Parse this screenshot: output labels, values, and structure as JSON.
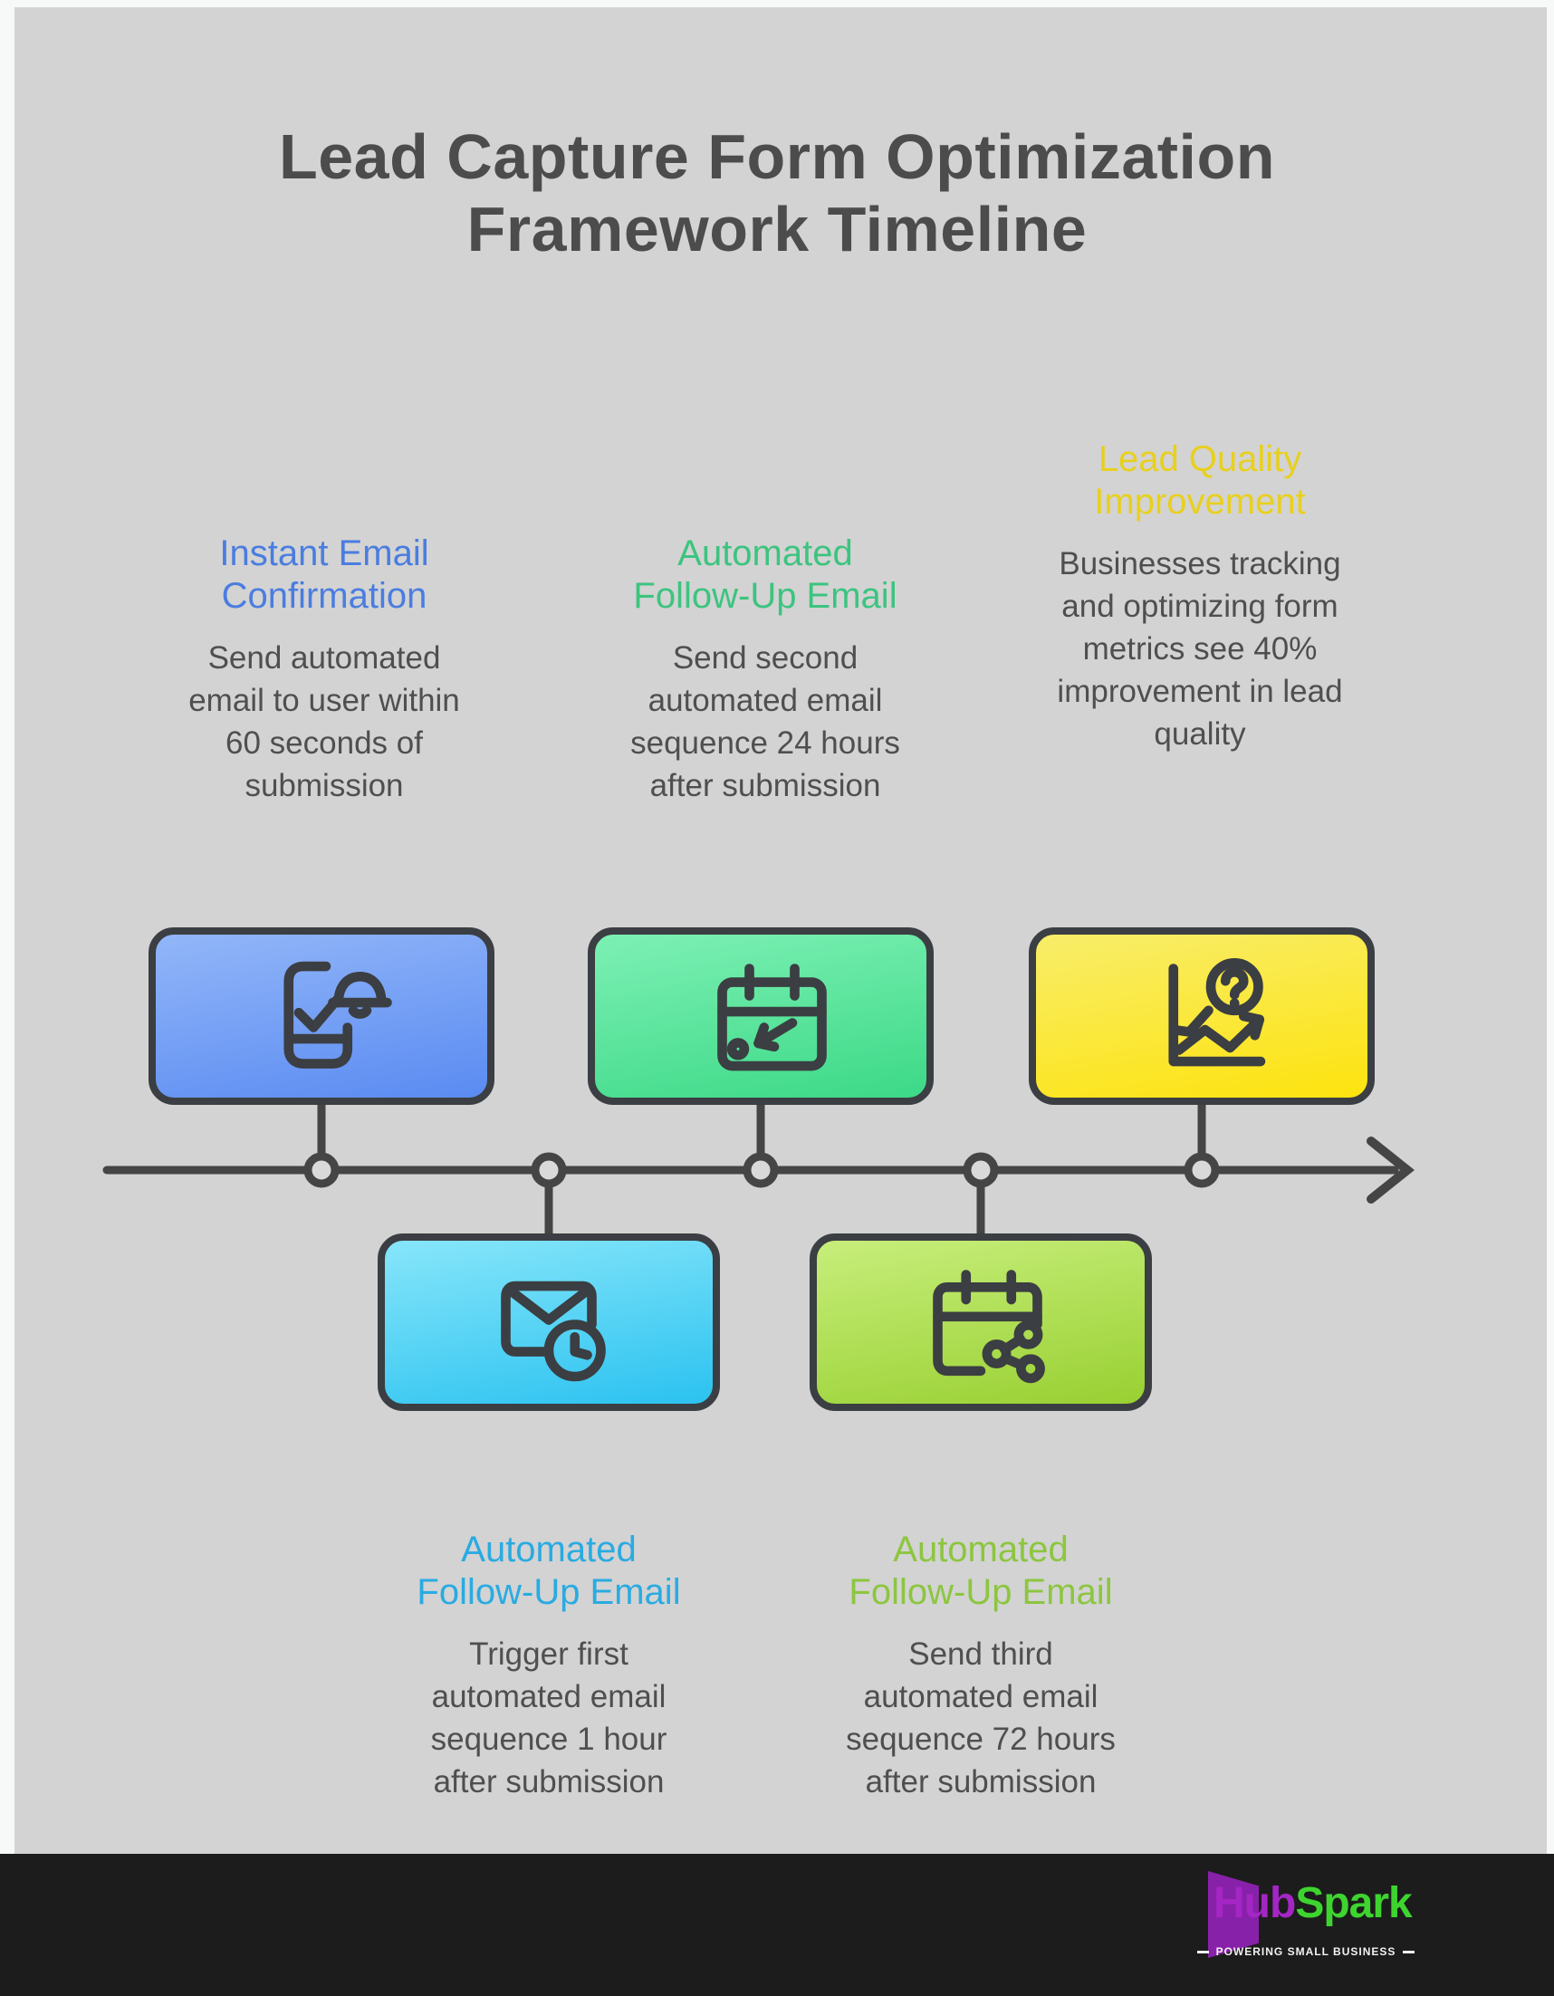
{
  "title": "Lead Capture Form Optimization Framework Timeline",
  "steps": [
    {
      "heading": "Instant Email Confirmation",
      "body": "Send automated email to user within 60 seconds of submission",
      "icon": "phone-notification-icon",
      "accent": "#4a7de0",
      "box_gradient": [
        "#92b6f8",
        "#5a8bf2"
      ],
      "position": "top"
    },
    {
      "heading": "Automated Follow-Up Email",
      "body": "Trigger first automated email sequence 1 hour after submission",
      "icon": "email-clock-icon",
      "accent": "#29abe2",
      "box_gradient": [
        "#87e6fa",
        "#2bc2f0"
      ],
      "position": "bottom"
    },
    {
      "heading": "Automated Follow-Up Email",
      "body": "Send second automated email sequence 24 hours after submission",
      "icon": "calendar-arrow-icon",
      "accent": "#3cc47f",
      "box_gradient": [
        "#7df0b4",
        "#3cd987"
      ],
      "position": "top"
    },
    {
      "heading": "Automated Follow-Up Email",
      "body": "Send third automated email sequence 72 hours after submission",
      "icon": "calendar-share-icon",
      "accent": "#8cc63f",
      "box_gradient": [
        "#c7ee7b",
        "#99d032"
      ],
      "position": "bottom"
    },
    {
      "heading": "Lead Quality Improvement",
      "body": "Businesses tracking and optimizing form metrics see 40% improvement in lead quality",
      "icon": "chart-growth-question-icon",
      "accent": "#e8d01d",
      "box_gradient": [
        "#f8ed6a",
        "#fde30e"
      ],
      "position": "top"
    }
  ],
  "colors": {
    "canvas_background": "#d3d3d3",
    "frame": "#f7f9f8",
    "title_text": "#4c4c4c",
    "body_text": "#4f4f4f",
    "timeline_line": "#454545",
    "box_border": "#3b3e42",
    "footer_background": "#1c1c1c",
    "brand_hub": "#a426c4",
    "brand_spark": "#3ed42f"
  },
  "footer": {
    "brand_hub": "Hub",
    "brand_spark": "Spark",
    "tagline": "POWERING SMALL BUSINESS"
  }
}
